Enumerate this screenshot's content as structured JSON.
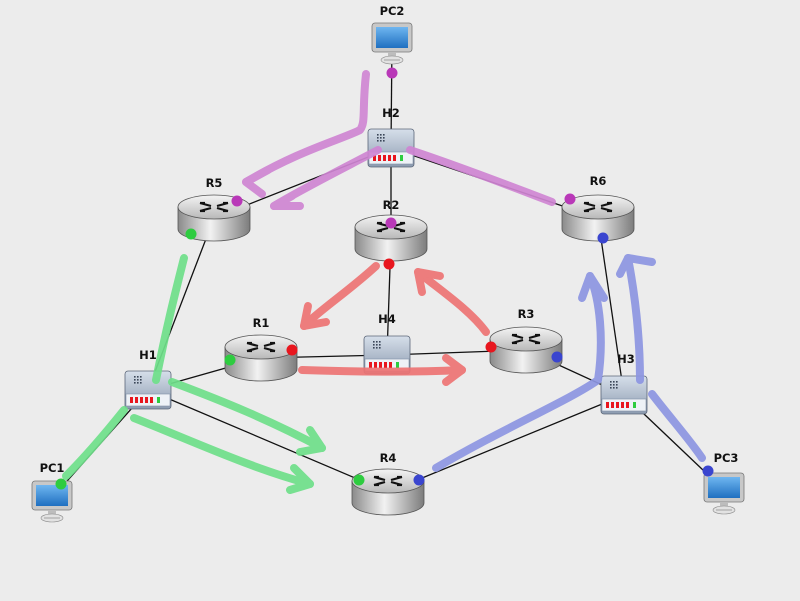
{
  "canvas": {
    "background": "#ececec"
  },
  "colors": {
    "link": "#111111",
    "router_light": "#dcdcdc",
    "router_dark": "#9a9a9a",
    "hub_body": "#aab7c8",
    "hub_top": "#c9d4e2",
    "pc_screen": "#2f86d6",
    "pc_bezel": "#c8c8c8",
    "port_green": "#2ecc40",
    "port_red": "#e8161e",
    "port_purple": "#b938b8",
    "port_blue": "#3a45cf",
    "arrow_purple": "#cf85d3",
    "arrow_red": "#ee7474",
    "arrow_green": "#6fe08a",
    "arrow_blue": "#8d96e2"
  },
  "nodes": [
    {
      "id": "PC2",
      "label": "PC2",
      "type": "pc"
    },
    {
      "id": "H2",
      "label": "H2",
      "type": "hub"
    },
    {
      "id": "R5",
      "label": "R5",
      "type": "router"
    },
    {
      "id": "R2",
      "label": "R2",
      "type": "router"
    },
    {
      "id": "R6",
      "label": "R6",
      "type": "router"
    },
    {
      "id": "R1",
      "label": "R1",
      "type": "router"
    },
    {
      "id": "H4",
      "label": "H4",
      "type": "hub"
    },
    {
      "id": "R3",
      "label": "R3",
      "type": "router"
    },
    {
      "id": "H1",
      "label": "H1",
      "type": "hub"
    },
    {
      "id": "H3",
      "label": "H3",
      "type": "hub"
    },
    {
      "id": "PC1",
      "label": "PC1",
      "type": "pc"
    },
    {
      "id": "R4",
      "label": "R4",
      "type": "router"
    },
    {
      "id": "PC3",
      "label": "PC3",
      "type": "pc"
    }
  ],
  "links": [
    [
      "PC2",
      "H2"
    ],
    [
      "H2",
      "R5"
    ],
    [
      "H2",
      "R2"
    ],
    [
      "H2",
      "R6"
    ],
    [
      "R5",
      "H1"
    ],
    [
      "R6",
      "H3"
    ],
    [
      "R2",
      "H4"
    ],
    [
      "R1",
      "H4"
    ],
    [
      "H4",
      "R3"
    ],
    [
      "R3",
      "H3"
    ],
    [
      "H1",
      "R1"
    ],
    [
      "H1",
      "R4"
    ],
    [
      "H1",
      "PC1"
    ],
    [
      "H3",
      "R4"
    ],
    [
      "H3",
      "PC3"
    ]
  ],
  "traffic": [
    {
      "id": "purple-flow",
      "color": "arrow_purple"
    },
    {
      "id": "red-flow",
      "color": "arrow_red"
    },
    {
      "id": "green-flow",
      "color": "arrow_green"
    },
    {
      "id": "blue-flow",
      "color": "arrow_blue"
    }
  ]
}
